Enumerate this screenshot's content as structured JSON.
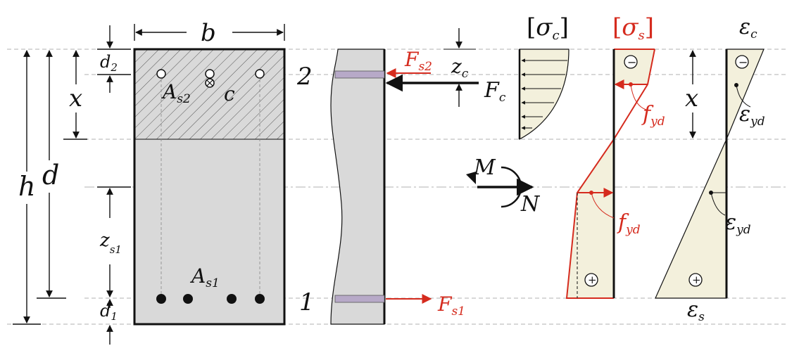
{
  "colors": {
    "concrete": "#d9d9d9",
    "beige": "#f3f0dc",
    "red": "#d52b1e",
    "black": "#111111",
    "dash": "#aaaaaa"
  },
  "cross_section": {
    "b": "b",
    "h": "h",
    "d": "d",
    "d2": "d",
    "d2_sub": "2",
    "d1": "d",
    "d1_sub": "1",
    "x": "x",
    "zs1": "z",
    "zs1_sub": "s1",
    "As2": "A",
    "As2_sub": "s2",
    "As1": "A",
    "As1_sub": "s1",
    "c": "c"
  },
  "side_view": {
    "label_top": "2",
    "label_bottom": "1",
    "Fs2": "F",
    "Fs2_sub": "s2",
    "Fs1": "F",
    "Fs1_sub": "s1",
    "Fc": "F",
    "Fc_sub": "c",
    "zc": "z",
    "zc_sub": "c",
    "M": "M",
    "N": "N"
  },
  "stress_concrete": {
    "open": "[",
    "sigma": "σ",
    "sub": "c",
    "close": "]"
  },
  "stress_steel": {
    "open": "[",
    "sigma": "σ",
    "sub": "s",
    "close": "]",
    "fyd_top": "f",
    "fyd_bottom": "f",
    "fyd_sub": "yd",
    "minus": "−",
    "plus": "+"
  },
  "strain": {
    "eps_c": "ε",
    "eps_c_sub": "c",
    "eps_s": "ε",
    "eps_s_sub": "s",
    "eps_yd_top": "ε",
    "eps_yd_bottom": "ε",
    "eps_yd_sub": "yd",
    "x": "x",
    "minus": "−",
    "plus": "+"
  }
}
